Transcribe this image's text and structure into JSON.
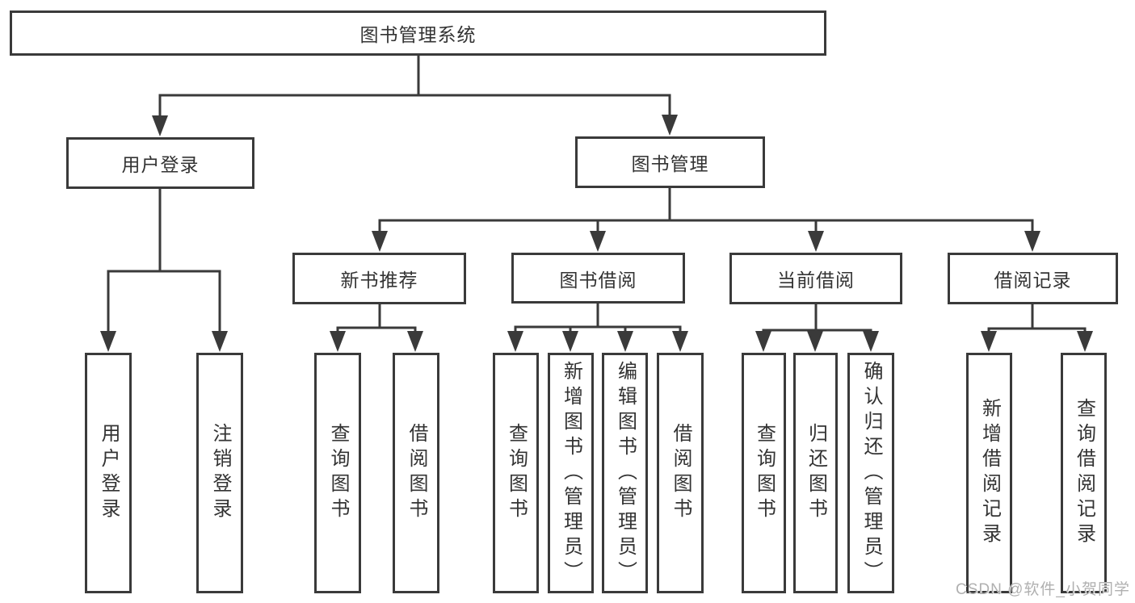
{
  "diagram": {
    "root": "图书管理系统",
    "level2": {
      "user_login": "用户登录",
      "book_management": "图书管理"
    },
    "level3": {
      "new_book_recommend": "新书推荐",
      "book_borrowing": "图书借阅",
      "current_borrowing": "当前借阅",
      "borrowing_records": "借阅记录"
    },
    "leaves": {
      "user_login": [
        "用户登录",
        "注销登录"
      ],
      "new_book_recommend": [
        "查询图书",
        "借阅图书"
      ],
      "book_borrowing": [
        "查询图书",
        "新增图书（管理员）",
        "编辑图书（管理员）",
        "借阅图书"
      ],
      "current_borrowing": [
        "查询图书",
        "归还图书",
        "确认归还（管理员）"
      ],
      "borrowing_records": [
        "新增借阅记录",
        "查询借阅记录"
      ]
    }
  },
  "watermark": "CSDN @软件_小贺同学",
  "colors": {
    "line": "#3a3a3a",
    "text": "#333333",
    "watermark": "#b0b0b0",
    "background": "#ffffff"
  }
}
